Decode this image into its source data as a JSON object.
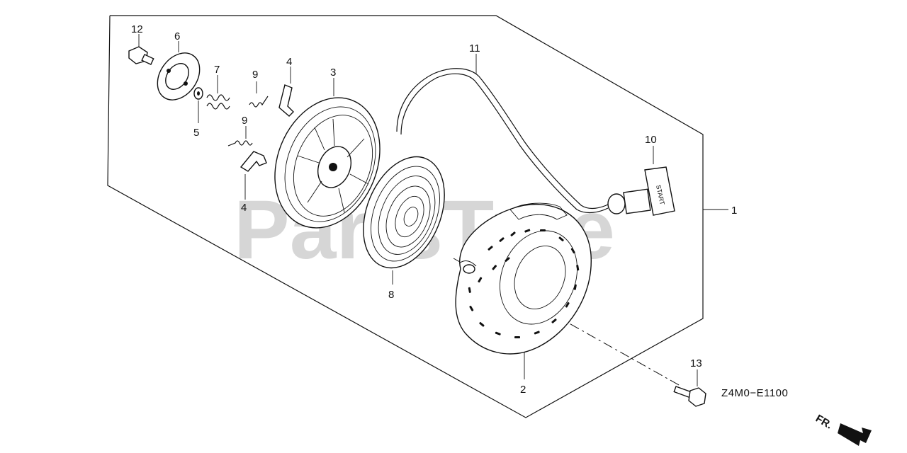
{
  "diagram": {
    "watermark": "PartsTree",
    "drawing_code": "Z4M0−E1100",
    "direction_label": "FR.",
    "start_grip_text": "START",
    "callouts": {
      "c1": "1",
      "c2": "2",
      "c3": "3",
      "c4a": "4",
      "c4b": "4",
      "c5": "5",
      "c6": "6",
      "c7": "7",
      "c8": "8",
      "c9a": "9",
      "c9b": "9",
      "c10": "10",
      "c11": "11",
      "c12": "12",
      "c13": "13"
    }
  }
}
